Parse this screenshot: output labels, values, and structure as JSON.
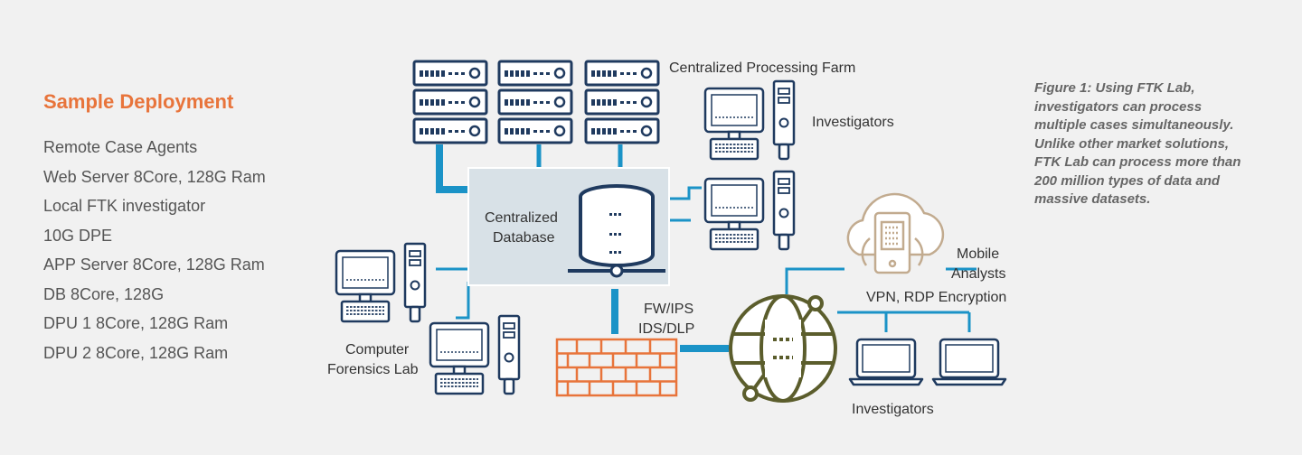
{
  "sidebar": {
    "title": "Sample Deployment",
    "items": [
      "Remote Case Agents",
      "Web Server 8Core, 128G Ram",
      "Local FTK investigator",
      "10G DPE",
      "APP Server 8Core, 128G Ram",
      "DB 8Core, 128G",
      "DPU 1 8Core, 128G Ram",
      "DPU 2 8Core, 128G Ram"
    ]
  },
  "diagram": {
    "processing_farm_label": "Centralized Processing Farm",
    "investigators_top_label": "Investigators",
    "database_label_line1": "Centralized",
    "database_label_line2": "Database",
    "firewall_label_line1": "FW/IPS",
    "firewall_label_line2": "IDS/DLP",
    "forensics_label_line1": "Computer",
    "forensics_label_line2": "Forensics Lab",
    "mobile_label_line1": "Mobile",
    "mobile_label_line2": "Analysts",
    "vpn_label": "VPN, RDP Encryption",
    "investigators_bottom_label": "Investigators"
  },
  "caption": {
    "lines": [
      "Figure 1: Using FTK Lab,",
      "investigators can process",
      "multiple cases simultaneously.",
      "Unlike other market solutions,",
      "FTK Lab can process more than",
      "200 million types of data and",
      "massive datasets."
    ]
  },
  "colors": {
    "background": "#f1f1f1",
    "accent_orange": "#e8743b",
    "navy": "#1f3a5f",
    "teal": "#1b93c7",
    "olive": "#5b5d2c",
    "mobile_tan": "#c2ab8f",
    "db_box": "#d8e1e7"
  }
}
